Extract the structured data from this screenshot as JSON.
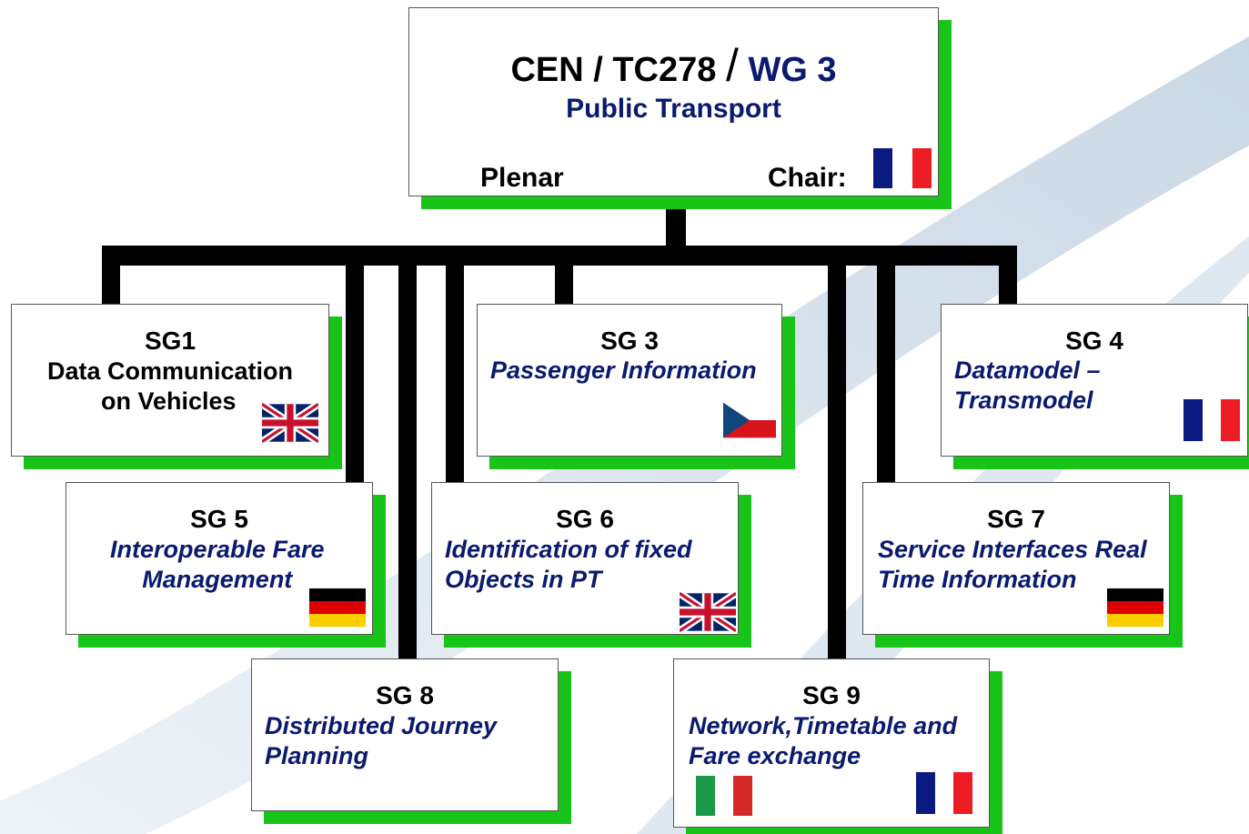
{
  "plenar": {
    "title_part1": "CEN / TC278",
    "title_slash": "/",
    "title_part2": "WG 3",
    "subtitle": "Public Transport",
    "plenar_label": "Plenar",
    "chair_label": "Chair:",
    "chair_flag": "france-flag"
  },
  "groups": {
    "sg1": {
      "title": "SG1",
      "line1": "Data Communication",
      "line2": "on Vehicles",
      "flag": "uk-flag"
    },
    "sg3": {
      "title": "SG 3",
      "line1": "Passenger Information",
      "flag": "czech-flag"
    },
    "sg4": {
      "title": "SG 4",
      "line1": "Datamodel –",
      "line2": "Transmodel",
      "flag": "france-flag"
    },
    "sg5": {
      "title": "SG 5",
      "line1": "Interoperable Fare",
      "line2": "Management",
      "flag": "germany-flag"
    },
    "sg6": {
      "title": "SG 6",
      "line1": "Identification of fixed",
      "line2": "Objects in PT",
      "flag": "uk-flag"
    },
    "sg7": {
      "title": "SG 7",
      "line1": "Service Interfaces Real",
      "line2": "Time Information",
      "flag": "germany-flag"
    },
    "sg8": {
      "title": "SG 8",
      "line1": "Distributed Journey",
      "line2": "Planning"
    },
    "sg9": {
      "title": "SG 9",
      "line1": "Network,Timetable and",
      "line2": "Fare exchange",
      "flags": [
        "italy-flag",
        "france-flag"
      ]
    }
  },
  "colors": {
    "shadow_green": "#18c418",
    "subtitle_navy": "#0a1a6e",
    "connector_black": "#000000",
    "background_swoosh": "#b4c8dc"
  }
}
